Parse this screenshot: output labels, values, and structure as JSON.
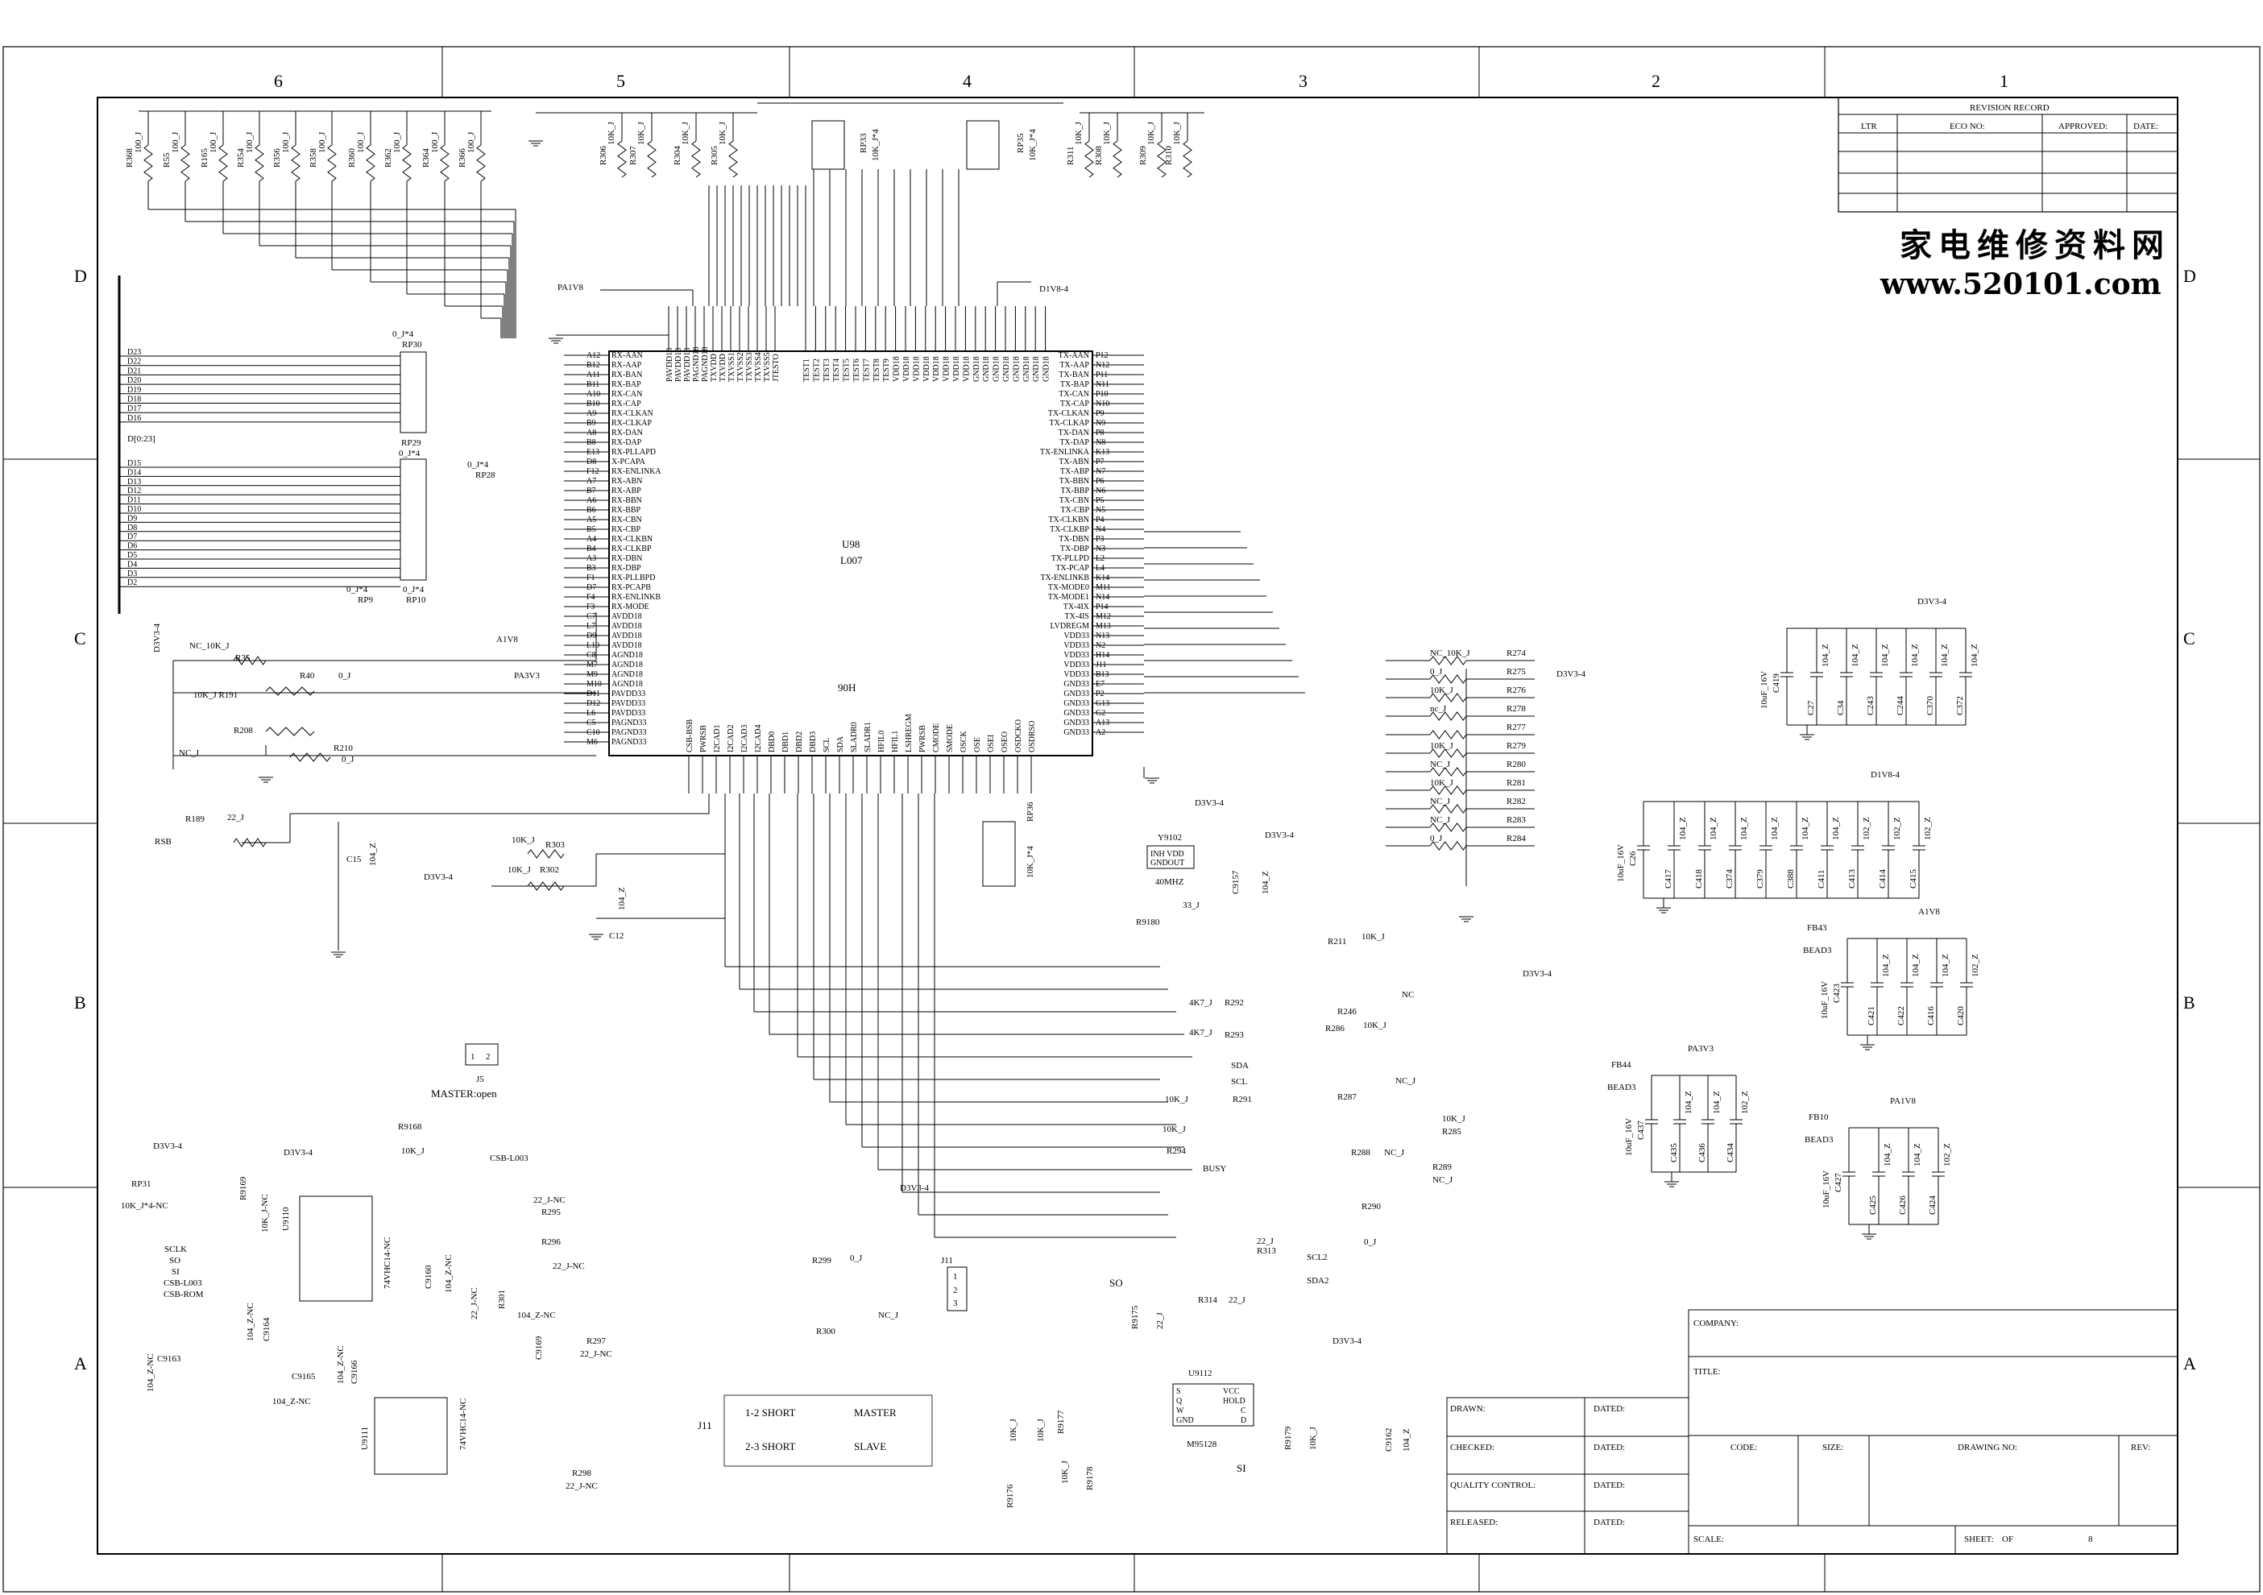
{
  "frame": {
    "columns": [
      "6",
      "5",
      "4",
      "3",
      "2",
      "1"
    ],
    "rows": [
      "D",
      "C",
      "B",
      "A"
    ]
  },
  "watermark": {
    "cn": "家电维修资料网",
    "url": "www.520101.com"
  },
  "revision": {
    "title": "REVISION RECORD",
    "cols": [
      "LTR",
      "ECO NO:",
      "APPROVED:",
      "DATE:"
    ]
  },
  "chip": {
    "ref": "U98",
    "part": "L007",
    "name": "90H",
    "left_pins": [
      [
        "A12",
        "RX-AAN"
      ],
      [
        "B12",
        "RX-AAP"
      ],
      [
        "A11",
        "RX-BAN"
      ],
      [
        "B11",
        "RX-BAP"
      ],
      [
        "A10",
        "RX-CAN"
      ],
      [
        "B10",
        "RX-CAP"
      ],
      [
        "A9",
        "RX-CLKAN"
      ],
      [
        "B9",
        "RX-CLKAP"
      ],
      [
        "A8",
        "RX-DAN"
      ],
      [
        "B8",
        "RX-DAP"
      ],
      [
        "E13",
        "RX-PLLAPD"
      ],
      [
        "D8",
        "X-PCAPA"
      ],
      [
        "F12",
        "RX-ENLINKA"
      ],
      [
        "A7",
        "RX-ABN"
      ],
      [
        "B7",
        "RX-ABP"
      ],
      [
        "A6",
        "RX-BBN"
      ],
      [
        "B6",
        "RX-BBP"
      ],
      [
        "A5",
        "RX-CBN"
      ],
      [
        "B5",
        "RX-CBP"
      ],
      [
        "A4",
        "RX-CLKBN"
      ],
      [
        "B4",
        "RX-CLKBP"
      ],
      [
        "A3",
        "RX-DBN"
      ],
      [
        "B3",
        "RX-DBP"
      ],
      [
        "F1",
        "RX-PLLBPD"
      ],
      [
        "D7",
        "RX-PCAPB"
      ],
      [
        "F4",
        "RX-ENLINKB"
      ],
      [
        "F3",
        "RX-MODE"
      ],
      [
        "C7",
        "AVDD18"
      ],
      [
        "L7",
        "AVDD18"
      ],
      [
        "D9",
        "AVDD18"
      ],
      [
        "L10",
        "AVDD18"
      ],
      [
        "C8",
        "AGND18"
      ],
      [
        "M7",
        "AGND18"
      ],
      [
        "M9",
        "AGND18"
      ],
      [
        "M10",
        "AGND18"
      ],
      [
        "D11",
        "PAVDD33"
      ],
      [
        "D12",
        "PAVDD33"
      ],
      [
        "L6",
        "PAVDD33"
      ],
      [
        "C5",
        "PAGND33"
      ],
      [
        "C10",
        "PAGND33"
      ],
      [
        "M6",
        "PAGND33"
      ]
    ],
    "right_pins": [
      [
        "TX-AAN",
        "P12"
      ],
      [
        "TX-AAP",
        "N12"
      ],
      [
        "TX-BAN",
        "P11"
      ],
      [
        "TX-BAP",
        "N11"
      ],
      [
        "TX-CAN",
        "P10"
      ],
      [
        "TX-CAP",
        "N10"
      ],
      [
        "TX-CLKAN",
        "P9"
      ],
      [
        "TX-CLKAP",
        "N9"
      ],
      [
        "TX-DAN",
        "P8"
      ],
      [
        "TX-DAP",
        "N8"
      ],
      [
        "TX-ENLINKA",
        "K13"
      ],
      [
        "TX-ABN",
        "P7"
      ],
      [
        "TX-ABP",
        "N7"
      ],
      [
        "TX-BBN",
        "P6"
      ],
      [
        "TX-BBP",
        "N6"
      ],
      [
        "TX-CBN",
        "P5"
      ],
      [
        "TX-CBP",
        "N5"
      ],
      [
        "TX-CLKBN",
        "P4"
      ],
      [
        "TX-CLKBP",
        "N4"
      ],
      [
        "TX-DBN",
        "P3"
      ],
      [
        "TX-DBP",
        "N3"
      ],
      [
        "TX-PLLPD",
        "L2"
      ],
      [
        "TX-PCAP",
        "L4"
      ],
      [
        "TX-ENLINKB",
        "K14"
      ],
      [
        "TX-MODE0",
        "M11"
      ],
      [
        "TX-MODE1",
        "N14"
      ],
      [
        "TX-4IX",
        "P14"
      ],
      [
        "TX-4IS",
        "M12"
      ],
      [
        "LVDREGM",
        "M13"
      ],
      [
        "VDD33",
        "N13"
      ],
      [
        "VDD33",
        "N2"
      ],
      [
        "VDD33",
        "H14"
      ],
      [
        "VDD33",
        "J11"
      ],
      [
        "VDD33",
        "B13"
      ],
      [
        "GND33",
        "E7"
      ],
      [
        "GND33",
        "P2"
      ],
      [
        "GND33",
        "G13"
      ],
      [
        "GND33",
        "G2"
      ],
      [
        "GND33",
        "A13"
      ],
      [
        "GND33",
        "A2"
      ]
    ],
    "top_left_pins": [
      "PAVDD18",
      "PAVDD18",
      "PAVDD18",
      "PAGND18",
      "PAGND18",
      "TXVDD",
      "TXVDD",
      "TXVSS1",
      "TXVSS2",
      "TXVSS3",
      "TXVSS4",
      "TXVSS5",
      "JTESTO"
    ],
    "top_right_pins": [
      "TEST1",
      "TEST2",
      "TEST3",
      "TEST4",
      "TEST5",
      "TEST6",
      "TEST7",
      "TEST8",
      "TEST9",
      "VDD18",
      "VDD18",
      "VDD18",
      "VDD18",
      "VDD18",
      "VDD18",
      "VDD18",
      "VDD18",
      "GND18",
      "GND18",
      "GND18",
      "GND18",
      "GND18",
      "GND18",
      "GND18",
      "GND18"
    ],
    "bottom_pins": [
      "CSB-BSB",
      "PWRSB",
      "I2CAD1",
      "I2CAD2",
      "I2CAD3",
      "I2CAD4",
      "DBD0",
      "DBD1",
      "DBD2",
      "DBD3",
      "SCL",
      "SDA",
      "SLADR0",
      "SLADR1",
      "HFIL0",
      "HFIL1",
      "LSHREGM",
      "PWRSB",
      "CMODE",
      "SMODE",
      "OSCK",
      "OSE",
      "OSEI",
      "OSEO",
      "OSDCKO",
      "OSDRSO"
    ]
  },
  "data_bus": {
    "upper": [
      "D23",
      "D22",
      "D21",
      "D20",
      "D19",
      "D18",
      "D17",
      "D16"
    ],
    "label": "D[0:23]",
    "lower": [
      "D15",
      "D14",
      "D13",
      "D12",
      "D11",
      "D10",
      "D9",
      "D8",
      "D7",
      "D6",
      "D5",
      "D4",
      "D3",
      "D2"
    ]
  },
  "top_resistors": [
    {
      "ref": "R368",
      "val": "100_J"
    },
    {
      "ref": "R55",
      "val": "100_J"
    },
    {
      "ref": "R165",
      "val": "100_J"
    },
    {
      "ref": "R354",
      "val": "100_J"
    },
    {
      "ref": "R356",
      "val": "100_J"
    },
    {
      "ref": "R358",
      "val": "100_J"
    },
    {
      "ref": "R360",
      "val": "100_J"
    },
    {
      "ref": "R362",
      "val": "100_J"
    },
    {
      "ref": "R364",
      "val": "100_J"
    },
    {
      "ref": "R366",
      "val": "100_J"
    }
  ],
  "mid_resistors": [
    {
      "ref": "R306",
      "val": "10K_J"
    },
    {
      "ref": "R307",
      "val": "10K_J"
    },
    {
      "ref": "R304",
      "val": "10K_J"
    },
    {
      "ref": "R305",
      "val": "10K_J"
    },
    {
      "ref": "R311",
      "val": "10K_J"
    },
    {
      "ref": "R308",
      "val": "10K_J"
    },
    {
      "ref": "R309",
      "val": "10K_J"
    },
    {
      "ref": "R310",
      "val": "10K_J"
    }
  ],
  "rpacks": [
    {
      "ref": "RP33",
      "val": "10K_J*4"
    },
    {
      "ref": "RP35",
      "val": "10K_J*4"
    },
    {
      "ref": "RP30",
      "val": "0_J*4"
    },
    {
      "ref": "RP29",
      "val": "0_J*4"
    },
    {
      "ref": "RP28",
      "val": "0_J*4"
    },
    {
      "ref": "RP9",
      "val": "0_J*4"
    },
    {
      "ref": "RP10",
      "val": "0_J*4"
    },
    {
      "ref": "RP36",
      "val": "10K_J*4"
    }
  ],
  "nets": {
    "pa1v8": "PA1V8",
    "d1v8": "D1V8-4",
    "a1v8": "A1V8",
    "pa3v3": "PA3V3",
    "d3v3": "D3V3-4",
    "a1v8r": "A1V8",
    "pa1v8r": "PA1V8"
  },
  "left_block": {
    "nc10k": "NC_10K_J",
    "r35": "R35",
    "r40": "R40",
    "r40v": "0_J",
    "r191v": "10K_J R191",
    "r208": "R208",
    "ncj": "NC_J",
    "r210": "R210",
    "r210v": "0_J",
    "r189": "R189",
    "r189v": "22_J",
    "rsb": "RSB",
    "c15": "C15",
    "c15v": "104_Z",
    "r303v": "10K_J",
    "r303": "R303",
    "r302v": "10K_J",
    "r302": "R302",
    "c12": "C12",
    "c12v": "104_Z",
    "d3v3": "D3V3-4"
  },
  "osc": {
    "ref": "Y9102",
    "pins": "INH VDD",
    "pins2": "GNDOUT",
    "freq": "40MHZ",
    "c": "C9157",
    "cv": "104_Z",
    "r": "R9180",
    "rv": "33_J"
  },
  "right_res": [
    {
      "v": "NC_10K_J",
      "r": "R274"
    },
    {
      "v": "0_J",
      "r": "R275"
    },
    {
      "v": "10K_J",
      "r": "R276"
    },
    {
      "v": "nc_J",
      "r": "R278"
    },
    {
      "v": "",
      "r": "R277"
    },
    {
      "v": "10K_J",
      "r": "R279"
    },
    {
      "v": "NC_J",
      "r": "R280"
    },
    {
      "v": "10K_J",
      "r": "R281"
    },
    {
      "v": "NC_J",
      "r": "R282"
    },
    {
      "v": "NC_J",
      "r": "R283"
    },
    {
      "v": "0_J",
      "r": "R284"
    }
  ],
  "cap_groups": [
    {
      "net": "D3V3-4",
      "main": "C419",
      "mainv": "10uF_16V",
      "caps": [
        "C27",
        "C34",
        "C243",
        "C244",
        "C370",
        "C372"
      ],
      "vals": [
        "104_Z",
        "104_Z",
        "104_Z",
        "104_Z",
        "104_Z",
        "104_Z"
      ]
    },
    {
      "net": "D1V8-4",
      "main": "C26",
      "mainv": "10uF_16V",
      "caps": [
        "C417",
        "C418",
        "C374",
        "C379",
        "C388",
        "C411",
        "C413",
        "C414",
        "C415"
      ],
      "vals": [
        "104_Z",
        "104_Z",
        "104_Z",
        "104_Z",
        "104_Z",
        "104_Z",
        "102_Z",
        "102_Z",
        "102_Z"
      ]
    },
    {
      "net": "A1V8",
      "bead": "FB43",
      "beadv": "BEAD3",
      "main": "C423",
      "mainv": "10uF_16V",
      "caps": [
        "C421",
        "C422",
        "C416",
        "C420"
      ],
      "vals": [
        "104_Z",
        "104_Z",
        "104_Z",
        "102_Z"
      ]
    },
    {
      "net": "PA3V3",
      "bead": "FB44",
      "beadv": "BEAD3",
      "main": "C437",
      "mainv": "10uF_16V",
      "caps": [
        "C435",
        "C436",
        "C434"
      ],
      "vals": [
        "104_Z",
        "104_Z",
        "102_Z"
      ]
    },
    {
      "net": "PA1V8",
      "bead": "FB10",
      "beadv": "BEAD3",
      "main": "C427",
      "mainv": "10uF_16V",
      "caps": [
        "C425",
        "C426",
        "C424"
      ],
      "vals": [
        "104_Z",
        "104_Z",
        "102_Z"
      ]
    }
  ],
  "i2c_block": {
    "r211": "R211",
    "r211v": "10K_J",
    "r246": "R246",
    "nc": "NC",
    "r286": "R286",
    "r286v": "10K_J",
    "r287": "R287",
    "ncj": "NC_J",
    "r292": "R292",
    "r292v": "4K7_J",
    "r293": "R293",
    "r293v": "4K7_J",
    "sda": "SDA",
    "scl": "SCL",
    "r291": "R291",
    "r291v": "10K_J",
    "r294": "R294",
    "r294v": "10K_J",
    "busy": "BUSY",
    "r285": "R285",
    "r285v": "10K_J",
    "r288": "R288",
    "r288v": "NC_J",
    "r289": "R289",
    "r289v": "NC_J",
    "r290": "R290",
    "r290v": "0_J",
    "d3v3": "D3V3-4"
  },
  "j5": {
    "ref": "J5",
    "label": "MASTER:open"
  },
  "csb_block": {
    "r9168": "R9168",
    "r9168v": "10K_J",
    "csb": "CSB-L003",
    "rp31": "RP31",
    "rp31v": "10K_J*4-NC",
    "r9i": "R9169",
    "r9iv": "10K_J-NC",
    "u9110": "U9110",
    "u9110v": "74VHC14-NC",
    "c9160": "C9160",
    "c9160v": "104_Z-NC",
    "r301": "R301",
    "r301v": "22_J-NC",
    "r295": "R295",
    "r295v": "22_J-NC",
    "r296": "R296",
    "r296v": "22_J-NC",
    "c9163": "C9163",
    "c9163v": "104_Z-NC",
    "c9164": "C9164",
    "c9164v": "104_Z-NC",
    "c9165": "C9165",
    "c9166": "C9166",
    "c9166v": "104_Z-NC",
    "sigs": [
      "SCLK",
      "SO",
      "SI",
      "CSB-L003",
      "CSB-ROM"
    ],
    "d3v3": "D3V3-4",
    "r297": "R297",
    "r297v": "22_J-NC",
    "c9169": "C9169",
    "c9169v": "104_Z-NC",
    "u9111": "U9111",
    "u9111v": "74VHC14-NC",
    "r298": "R298",
    "r298v": "22_J-NC",
    "csv": "104_Z-NC"
  },
  "j11": {
    "ref": "J11",
    "r299": "R299",
    "r299v": "0_J",
    "r300": "R300",
    "r300v": "NC_J",
    "d3v3": "D3V3-4",
    "table": [
      [
        "1-2 SHORT",
        "MASTER"
      ],
      [
        "2-3 SHORT",
        "SLAVE"
      ]
    ]
  },
  "eeprom": {
    "ref": "U9112",
    "part": "M95128",
    "so": "SO",
    "si": "SI",
    "r9175": "R9175",
    "r9175v": "22_J",
    "r313": "R313",
    "r313v": "22_J",
    "r314": "R314",
    "r314v": "22_J",
    "scl2": "SCL2",
    "sda2": "SDA2",
    "r9176": "R9176",
    "r9176v": "10K_J",
    "r9177": "R9177",
    "r9177v": "10K_J",
    "r9178": "R9178",
    "r9178v": "10K_J",
    "r9179": "R9179",
    "r9179v": "10K_J",
    "c9162": "C9162",
    "c9162v": "104_Z",
    "d3v3": "D3V3-4",
    "lpins": [
      "S",
      "Q",
      "W",
      "GND"
    ],
    "rpins": [
      "VCC",
      "HOLD",
      "C",
      "D"
    ]
  },
  "title_block": {
    "drawn": "DRAWN:",
    "checked": "CHECKED:",
    "qc": "QUALITY CONTROL:",
    "released": "RELEASED:",
    "dated": "DATED:",
    "company": "COMPANY:",
    "title": "TITLE:",
    "code": "CODE:",
    "size": "SIZE:",
    "drawing": "DRAWING NO:",
    "rev": "REV:",
    "scale": "SCALE:",
    "sheet": "SHEET:",
    "sheet_of": "OF",
    "sheet_n": "8"
  }
}
